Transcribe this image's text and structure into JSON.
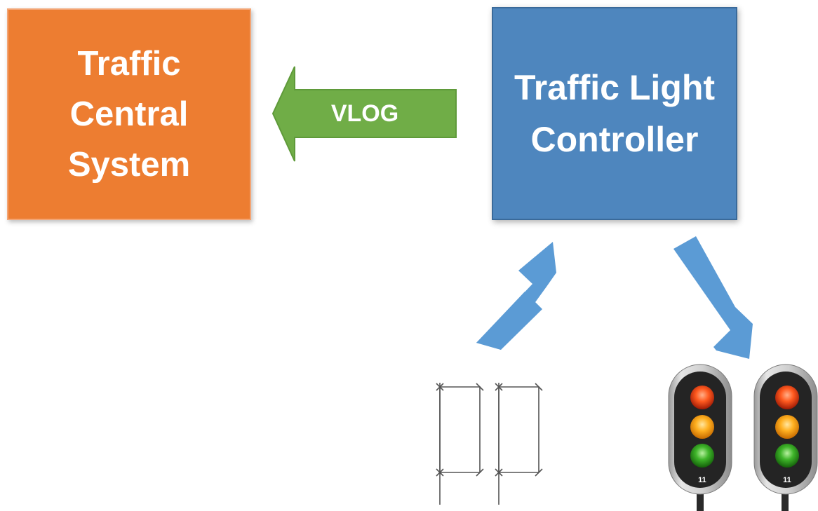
{
  "central_system": {
    "label": "Traffic\nCentral\nSystem",
    "color": "#ED7D31"
  },
  "controller": {
    "label": "Traffic Light\nController",
    "color": "#4E86BE"
  },
  "vlog_arrow": {
    "label": "VLOG",
    "color": "#70AD47"
  },
  "flow_arrows": {
    "color": "#5B9BD5"
  },
  "traffic_lights": [
    {
      "number": "11"
    },
    {
      "number": "11"
    }
  ]
}
